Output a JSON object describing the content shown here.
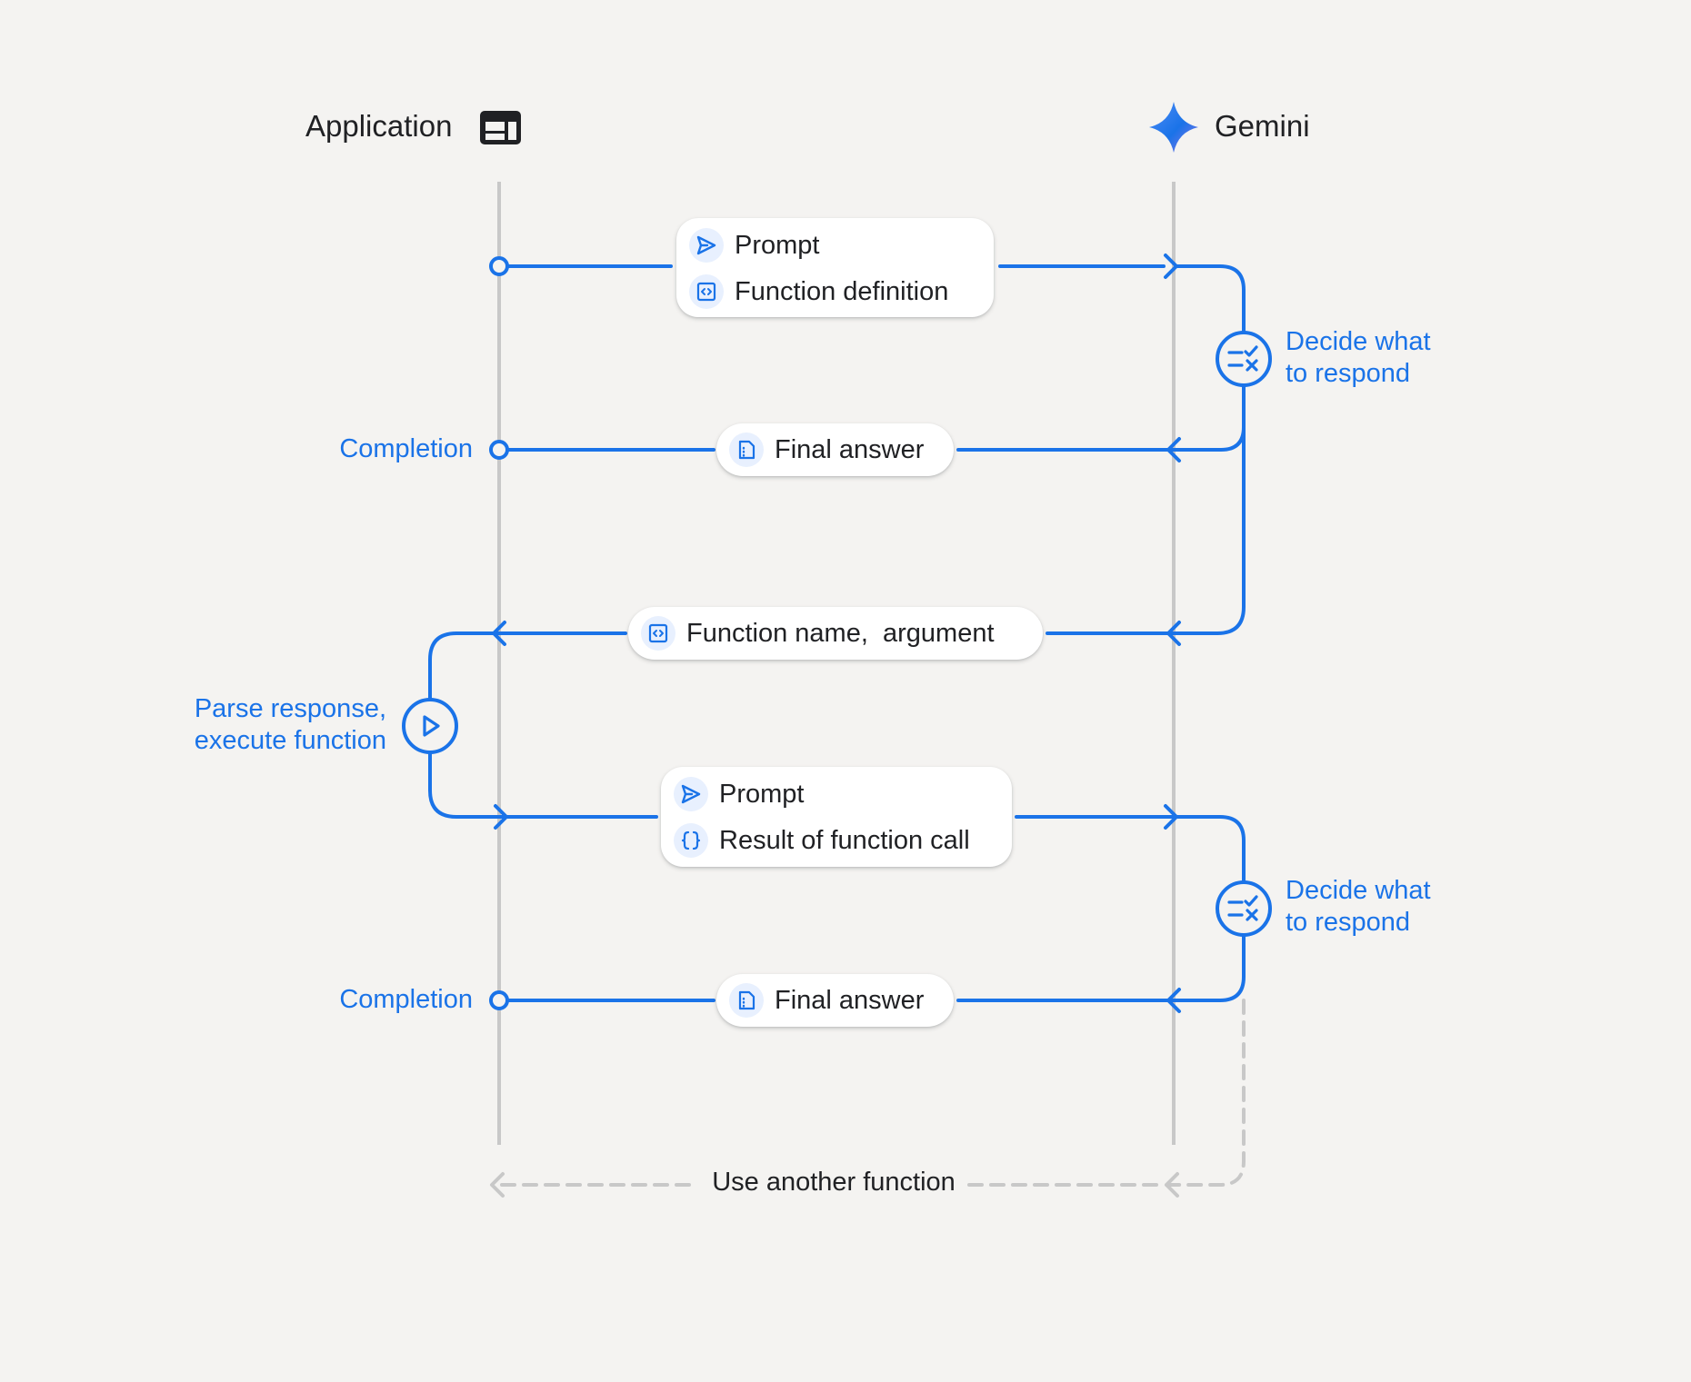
{
  "header": {
    "application_label": "Application",
    "gemini_label": "Gemini"
  },
  "steps": {
    "request_1": {
      "prompt_label": "Prompt",
      "function_definition_label": "Function definition"
    },
    "decide_1": {
      "line1": "Decide what",
      "line2": "to respond"
    },
    "answer_1": {
      "label": "Final answer",
      "completion_label": "Completion"
    },
    "function_call": {
      "label": "Function name,  argument"
    },
    "execute": {
      "line1": "Parse response,",
      "line2": "execute function"
    },
    "request_2": {
      "prompt_label": "Prompt",
      "result_label": "Result of function call"
    },
    "decide_2": {
      "line1": "Decide what",
      "line2": "to respond"
    },
    "answer_2": {
      "label": "Final answer",
      "completion_label": "Completion"
    },
    "loop": {
      "label": "Use another function"
    }
  },
  "icons": {
    "application": "web-layout-icon",
    "gemini": "gemini-sparkle-icon",
    "prompt": "send-icon",
    "function": "code-icon",
    "answer": "document-icon",
    "result": "curly-braces-icon",
    "decide": "checklist-icon",
    "execute": "play-icon"
  },
  "colors": {
    "accent": "#1a73e8",
    "lifeline": "#c8c8c8",
    "text": "#202124",
    "background": "#f4f3f1"
  }
}
